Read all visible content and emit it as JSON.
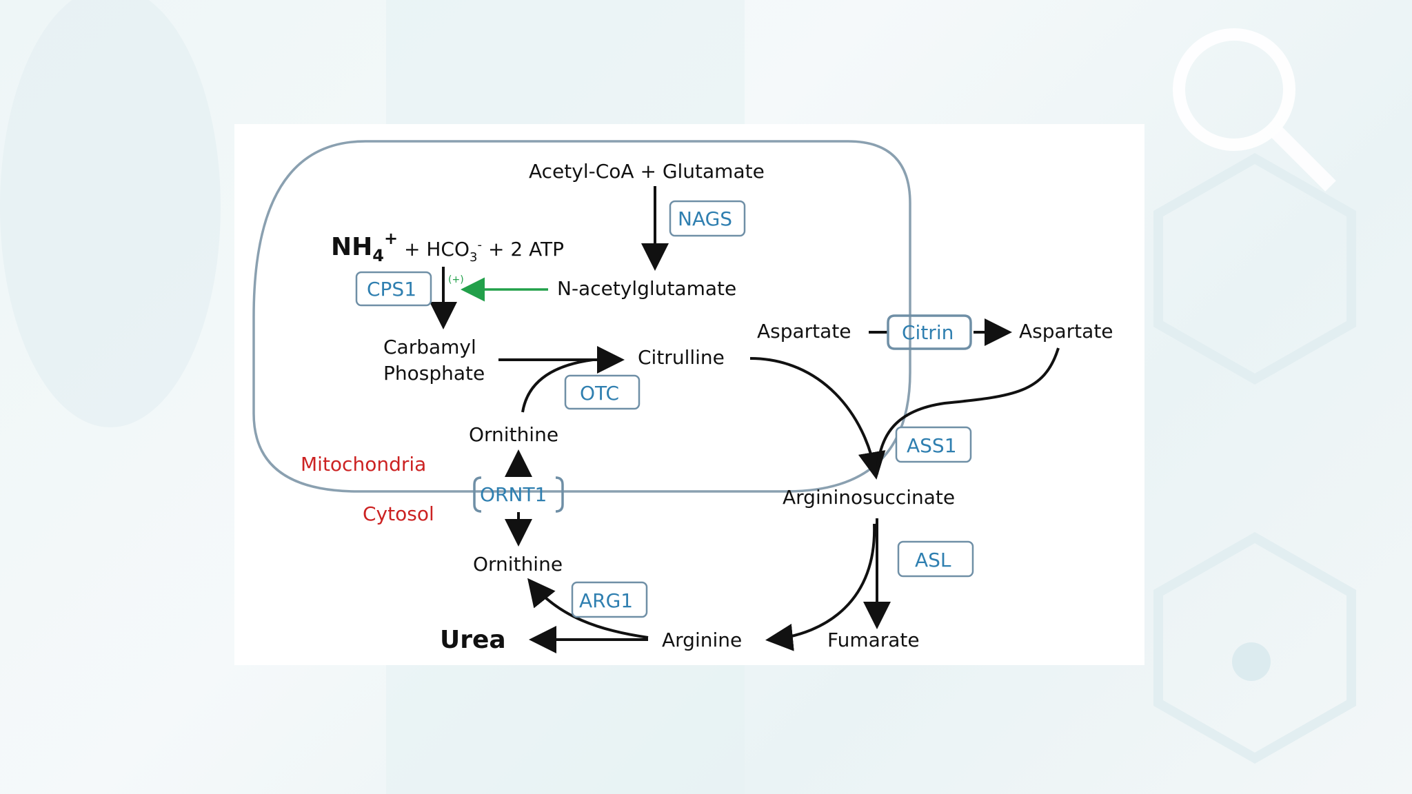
{
  "substrates": {
    "acetyl_coa_glutamate": "Acetyl-CoA + Glutamate",
    "nh4": "NH",
    "nh4_sub": "4",
    "nh4_sup": "+",
    "hco3_prefix": "+ HCO",
    "hco3_sub": "3",
    "hco3_sup": "-",
    "atp": "+ 2 ATP",
    "n_acetylglutamate": "N-acetylglutamate",
    "activation": "(+)",
    "carbamyl": "Carbamyl",
    "phosphate": "Phosphate",
    "citrulline": "Citrulline",
    "ornithine_mito": "Ornithine",
    "ornithine_cyto": "Ornithine",
    "aspartate_mito": "Aspartate",
    "aspartate_cyto": "Aspartate",
    "argininosuccinate": "Argininosuccinate",
    "fumarate": "Fumarate",
    "arginine": "Arginine",
    "urea": "Urea"
  },
  "enzymes": {
    "nags": "NAGS",
    "cps1": "CPS1",
    "otc": "OTC",
    "citrin": "Citrin",
    "ass1": "ASS1",
    "asl": "ASL",
    "ornt1": "ORNT1",
    "arg1": "ARG1"
  },
  "compartments": {
    "mitochondria": "Mitochondria",
    "cytosol": "Cytosol"
  },
  "colors": {
    "enzyme": "#2f7fb0",
    "compartment_label": "#cc2222",
    "membrane": "#8aa0b0",
    "activation_arrow": "#22a04a",
    "arrow": "#111111"
  }
}
